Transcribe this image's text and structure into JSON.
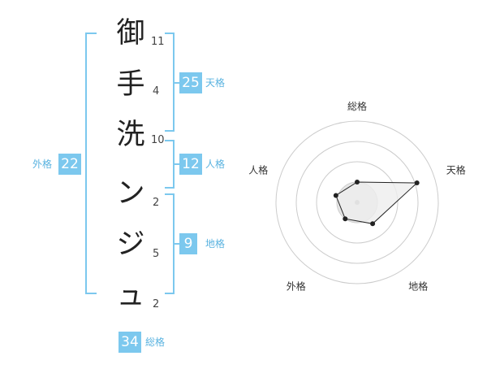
{
  "name_chars": [
    {
      "char": "御",
      "strokes": "11"
    },
    {
      "char": "手",
      "strokes": "4"
    },
    {
      "char": "洗",
      "strokes": "10"
    },
    {
      "char": "ン",
      "strokes": "2"
    },
    {
      "char": "ジ",
      "strokes": "5"
    },
    {
      "char": "ュ",
      "strokes": "2"
    }
  ],
  "kakusu": {
    "tenkaku": {
      "label": "天格",
      "value": "25"
    },
    "jinkaku": {
      "label": "人格",
      "value": "12"
    },
    "chikaku": {
      "label": "地格",
      "value": "9"
    },
    "gaikaku": {
      "label": "外格",
      "value": "22"
    },
    "soukaku": {
      "label": "総格",
      "value": "34"
    }
  },
  "colors": {
    "accent": "#7cc8ee",
    "line": "#222222",
    "grid": "#cccccc",
    "fill": "#eeeeee"
  },
  "chart_data": {
    "type": "radar",
    "axes": [
      "総格",
      "天格",
      "地格",
      "外格",
      "人格"
    ],
    "rings": 4,
    "values": [
      1.0,
      3.1,
      1.3,
      1.0,
      1.1
    ],
    "max": 4
  }
}
